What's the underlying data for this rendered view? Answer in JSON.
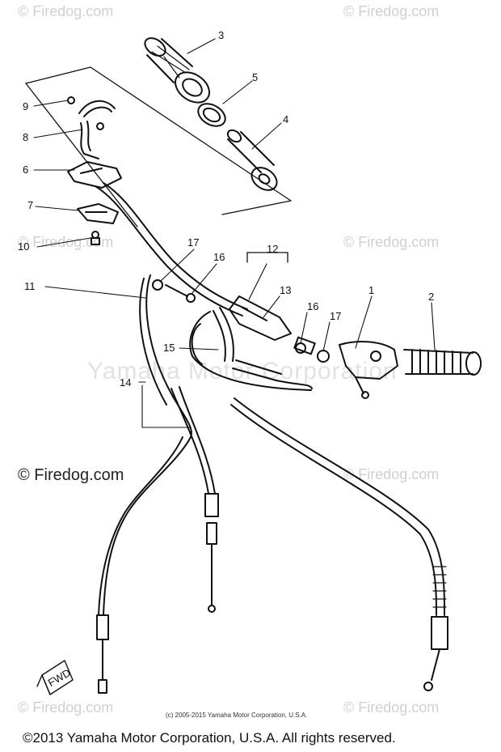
{
  "watermarks": {
    "top_left": "© Firedog.com",
    "top_right": "© Firedog.com",
    "mid_left": "© Firedog.com",
    "mid_right": "© Firedog.com",
    "center": "Yamaha Motor Corporation",
    "lower_left": "© Firedog.com",
    "lower_right": "© Firedog.com",
    "bottom_left": "© Firedog.com",
    "bottom_right": "© Firedog.com"
  },
  "callouts": [
    "1",
    "2",
    "3",
    "4",
    "5",
    "6",
    "7",
    "8",
    "9",
    "10",
    "11",
    "12",
    "13",
    "14",
    "15",
    "16",
    "16",
    "17",
    "17"
  ],
  "forward_label": "FWD",
  "copyright_small": "(c) 2005-2015 Yamaha Motor Corporation, U.S.A.",
  "copyright_main": "©2013 Yamaha Motor Corporation, U.S.A. All rights reserved.",
  "colors": {
    "ink": "#111111",
    "watermark": "#d0d0d0"
  }
}
